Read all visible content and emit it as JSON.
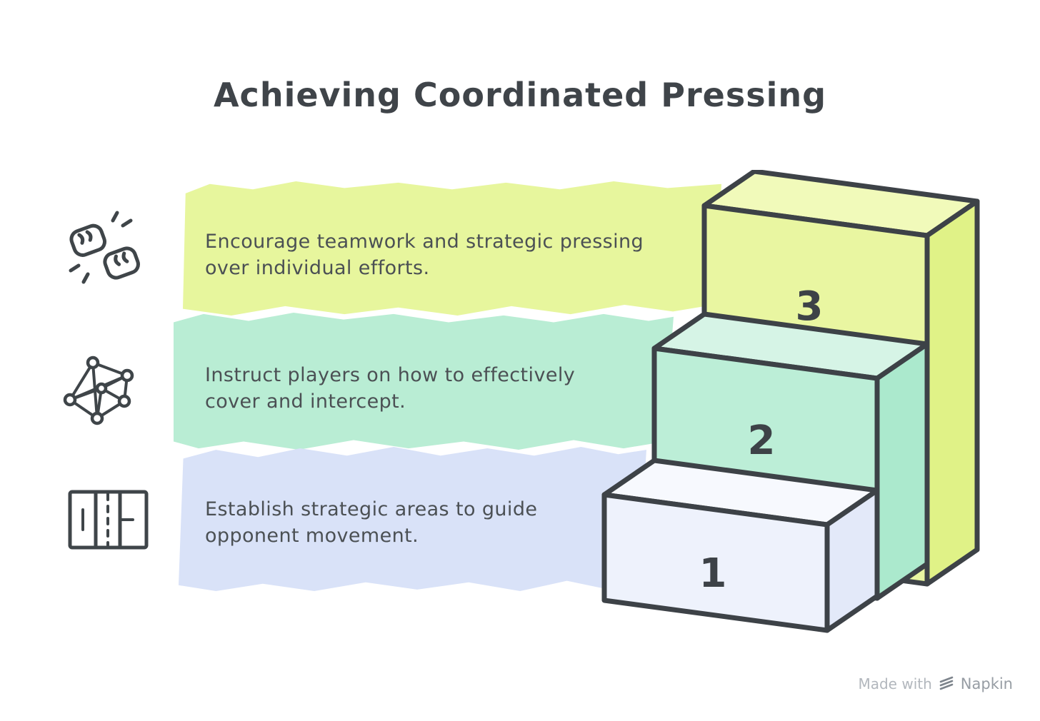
{
  "title": "Achieving Coordinated Pressing",
  "bands": [
    {
      "icon": "fist-bump-icon",
      "line1": "Encourage teamwork and strategic pressing",
      "line2": "over individual efforts."
    },
    {
      "icon": "network-icon",
      "line1": "Instruct players on how to effectively",
      "line2": "cover and intercept."
    },
    {
      "icon": "field-zones-icon",
      "line1": "Establish strategic areas to guide",
      "line2": "opponent movement."
    }
  ],
  "stairs": {
    "step1": "1",
    "step2": "2",
    "step3": "3"
  },
  "colors": {
    "band_top": "#e7f69d",
    "band_middle": "#b9edd4",
    "band_bottom": "#d9e2f8",
    "step1_front": "#eef2fc",
    "step1_top": "#f7f9fe",
    "step1_side": "#e3e9f9",
    "step2_front": "#bceed7",
    "step2_top": "#d6f4e6",
    "step2_side": "#abe9cd",
    "step3_front": "#e9f6a1",
    "step3_top": "#f1faba",
    "step3_side": "#e0f287",
    "outline": "#3d4247",
    "text": "#4b5054"
  },
  "footer": {
    "made_with": "Made with",
    "brand": "Napkin"
  }
}
